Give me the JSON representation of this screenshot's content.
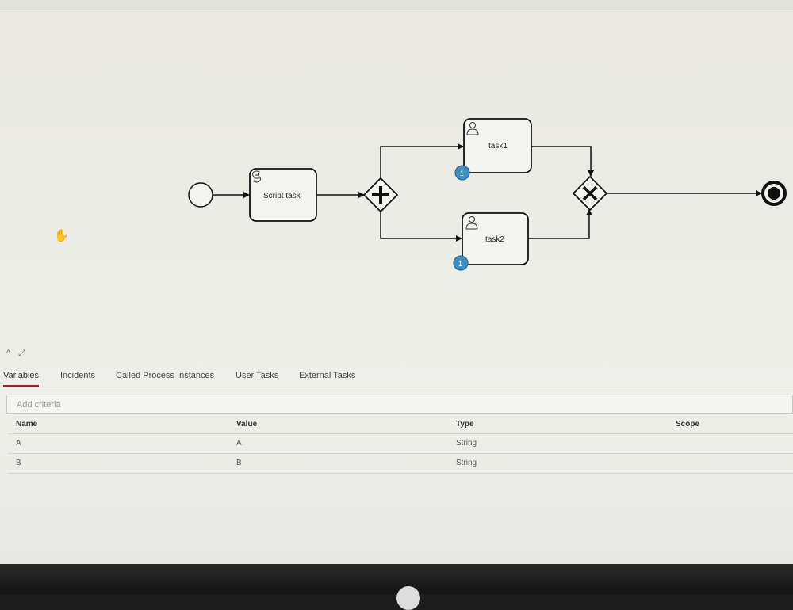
{
  "process": {
    "script_task_label": "Script task",
    "task1_label": "task1",
    "task2_label": "task2",
    "task1_badge": "1",
    "task2_badge": "1"
  },
  "tabs": [
    {
      "label": "Variables",
      "active": true
    },
    {
      "label": "Incidents",
      "active": false
    },
    {
      "label": "Called Process Instances",
      "active": false
    },
    {
      "label": "User Tasks",
      "active": false
    },
    {
      "label": "External Tasks",
      "active": false
    }
  ],
  "filter": {
    "placeholder": "Add criteria"
  },
  "table": {
    "columns": [
      "Name",
      "Value",
      "Type",
      "Scope"
    ],
    "rows": [
      {
        "name": "A",
        "value": "A",
        "type": "String",
        "scope": ""
      },
      {
        "name": "B",
        "value": "B",
        "type": "String",
        "scope": ""
      }
    ]
  },
  "colors": {
    "active_tab_accent": "#b5152b",
    "token_badge": "#3d8fc6"
  },
  "icons": {
    "collapse": "chevron-up-icon",
    "expand": "expand-arrows-icon",
    "cursor": "hand-cursor-icon"
  }
}
